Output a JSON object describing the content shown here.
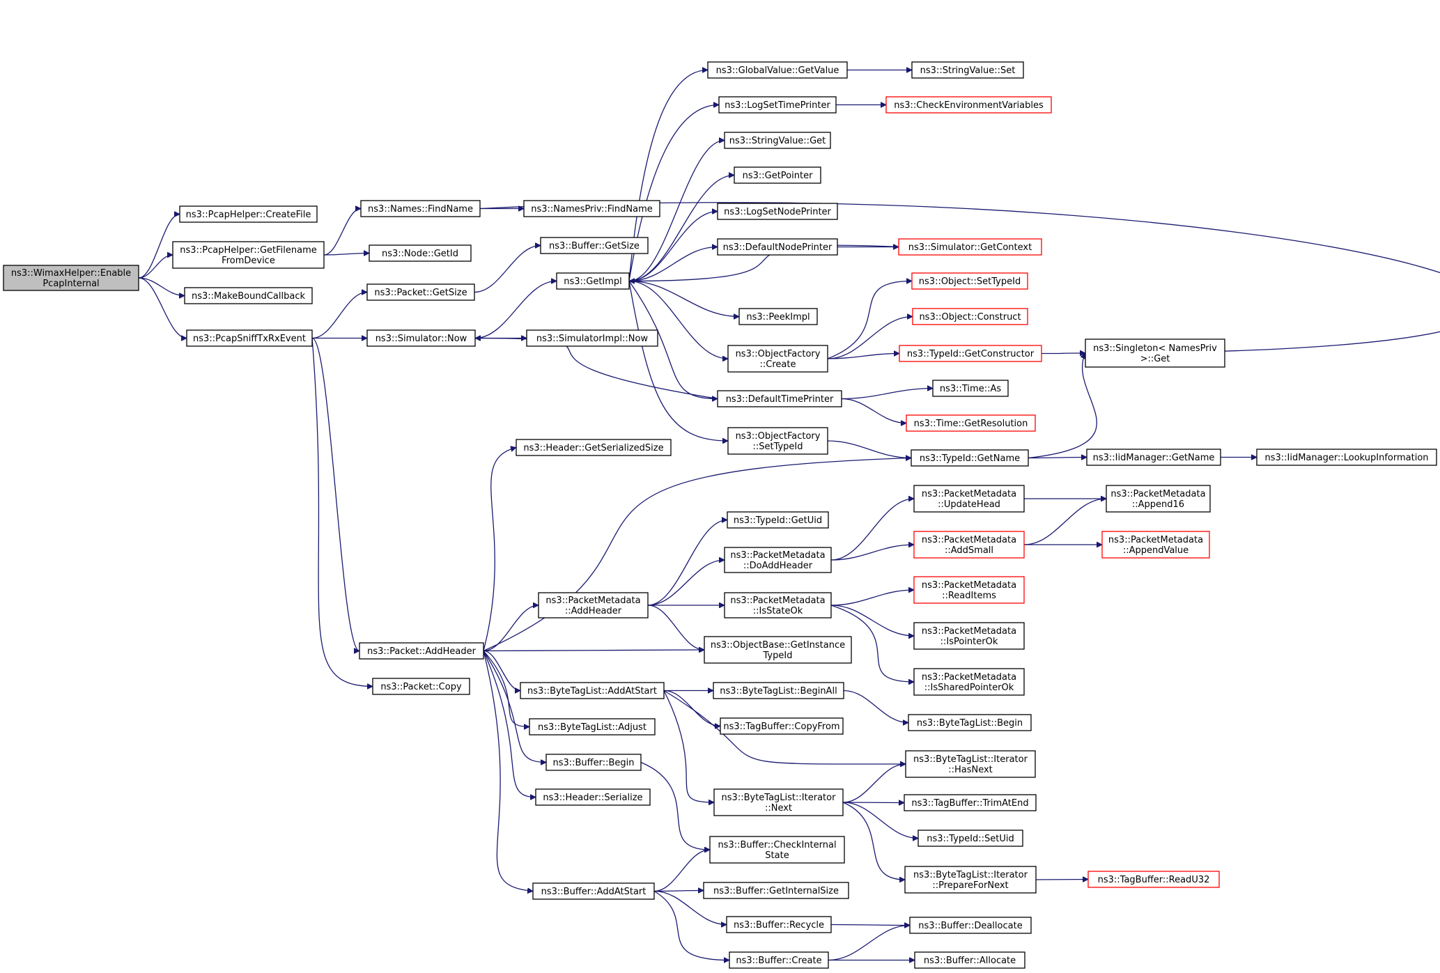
{
  "diagram": {
    "type": "doxygen-call-graph",
    "colors": {
      "edge": "#191970",
      "node_border": "#000000",
      "truncated_node_border": "#ff0000",
      "root_fill": "#bfbfbf",
      "node_fill": "#ffffff"
    },
    "nodes": [
      {
        "id": "root",
        "lines": [
          "ns3::WimaxHelper::Enable",
          "PcapInternal"
        ],
        "style": "root"
      },
      {
        "id": "createfile",
        "lines": [
          "ns3::PcapHelper::CreateFile"
        ]
      },
      {
        "id": "getfilename",
        "lines": [
          "ns3::PcapHelper::GetFilename",
          "FromDevice"
        ]
      },
      {
        "id": "makebound",
        "lines": [
          "ns3::MakeBoundCallback"
        ]
      },
      {
        "id": "pcapsniff",
        "lines": [
          "ns3::PcapSniffTxRxEvent"
        ]
      },
      {
        "id": "namesfind",
        "lines": [
          "ns3::Names::FindName"
        ]
      },
      {
        "id": "nodegetid",
        "lines": [
          "ns3::Node::GetId"
        ]
      },
      {
        "id": "packetgetsize",
        "lines": [
          "ns3::Packet::GetSize"
        ]
      },
      {
        "id": "simnow",
        "lines": [
          "ns3::Simulator::Now"
        ]
      },
      {
        "id": "addheader",
        "lines": [
          "ns3::Packet::AddHeader"
        ]
      },
      {
        "id": "packetcopy",
        "lines": [
          "ns3::Packet::Copy"
        ]
      },
      {
        "id": "namesprivfind",
        "lines": [
          "ns3::NamesPriv::FindName"
        ]
      },
      {
        "id": "buffergetsize",
        "lines": [
          "ns3::Buffer::GetSize"
        ]
      },
      {
        "id": "getimpl",
        "lines": [
          "ns3::GetImpl"
        ]
      },
      {
        "id": "simimplnow",
        "lines": [
          "ns3::SimulatorImpl::Now"
        ]
      },
      {
        "id": "hdrgetsersize",
        "lines": [
          "ns3::Header::GetSerializedSize"
        ]
      },
      {
        "id": "pmaddheader",
        "lines": [
          "ns3::PacketMetadata",
          "::AddHeader"
        ]
      },
      {
        "id": "btladdatstart",
        "lines": [
          "ns3::ByteTagList::AddAtStart"
        ]
      },
      {
        "id": "btladjust",
        "lines": [
          "ns3::ByteTagList::Adjust"
        ]
      },
      {
        "id": "bufferbegin",
        "lines": [
          "ns3::Buffer::Begin"
        ]
      },
      {
        "id": "hdrserialize",
        "lines": [
          "ns3::Header::Serialize"
        ]
      },
      {
        "id": "bufferaddatstart",
        "lines": [
          "ns3::Buffer::AddAtStart"
        ]
      },
      {
        "id": "gvgetvalue",
        "lines": [
          "ns3::GlobalValue::GetValue"
        ]
      },
      {
        "id": "logsettime",
        "lines": [
          "ns3::LogSetTimePrinter"
        ]
      },
      {
        "id": "strvalget",
        "lines": [
          "ns3::StringValue::Get"
        ]
      },
      {
        "id": "getpointer",
        "lines": [
          "ns3::GetPointer"
        ]
      },
      {
        "id": "logsetnode",
        "lines": [
          "ns3::LogSetNodePrinter"
        ]
      },
      {
        "id": "defnodeprinter",
        "lines": [
          "ns3::DefaultNodePrinter"
        ]
      },
      {
        "id": "peekimpl",
        "lines": [
          "ns3::PeekImpl"
        ]
      },
      {
        "id": "ofcreate",
        "lines": [
          "ns3::ObjectFactory",
          "::Create"
        ]
      },
      {
        "id": "deftimeprinter",
        "lines": [
          "ns3::DefaultTimePrinter"
        ]
      },
      {
        "id": "ofsettypeid",
        "lines": [
          "ns3::ObjectFactory",
          "::SetTypeId"
        ]
      },
      {
        "id": "typeidgetuid",
        "lines": [
          "ns3::TypeId::GetUid"
        ]
      },
      {
        "id": "pmdoaddheader",
        "lines": [
          "ns3::PacketMetadata",
          "::DoAddHeader"
        ]
      },
      {
        "id": "pmisstateok",
        "lines": [
          "ns3::PacketMetadata",
          "::IsStateOk"
        ]
      },
      {
        "id": "objbasegetinst",
        "lines": [
          "ns3::ObjectBase::GetInstance",
          "TypeId"
        ]
      },
      {
        "id": "btlbeginall",
        "lines": [
          "ns3::ByteTagList::BeginAll"
        ]
      },
      {
        "id": "tagbufcopyfrom",
        "lines": [
          "ns3::TagBuffer::CopyFrom"
        ]
      },
      {
        "id": "btlitnext",
        "lines": [
          "ns3::ByteTagList::Iterator",
          "::Next"
        ]
      },
      {
        "id": "bufchkinternal",
        "lines": [
          "ns3::Buffer::CheckInternal",
          "State"
        ]
      },
      {
        "id": "bufgetinternalsize",
        "lines": [
          "ns3::Buffer::GetInternalSize"
        ]
      },
      {
        "id": "bufrecycle",
        "lines": [
          "ns3::Buffer::Recycle"
        ]
      },
      {
        "id": "bufcreate",
        "lines": [
          "ns3::Buffer::Create"
        ]
      },
      {
        "id": "strvalset",
        "lines": [
          "ns3::StringValue::Set"
        ]
      },
      {
        "id": "checkenvvars",
        "lines": [
          "ns3::CheckEnvironmentVariables"
        ],
        "style": "red"
      },
      {
        "id": "simgetcontext",
        "lines": [
          "ns3::Simulator::GetContext"
        ],
        "style": "red"
      },
      {
        "id": "objsettypeid",
        "lines": [
          "ns3::Object::SetTypeId"
        ],
        "style": "red"
      },
      {
        "id": "objconstruct",
        "lines": [
          "ns3::Object::Construct"
        ],
        "style": "red"
      },
      {
        "id": "typeidgetctor",
        "lines": [
          "ns3::TypeId::GetConstructor"
        ],
        "style": "red"
      },
      {
        "id": "timeas",
        "lines": [
          "ns3::Time::As"
        ]
      },
      {
        "id": "timegetres",
        "lines": [
          "ns3::Time::GetResolution"
        ],
        "style": "red"
      },
      {
        "id": "typeidgetname",
        "lines": [
          "ns3::TypeId::GetName"
        ]
      },
      {
        "id": "pmupdatehead",
        "lines": [
          "ns3::PacketMetadata",
          "::UpdateHead"
        ]
      },
      {
        "id": "pmaddsmall",
        "lines": [
          "ns3::PacketMetadata",
          "::AddSmall"
        ],
        "style": "red"
      },
      {
        "id": "pmreaditems",
        "lines": [
          "ns3::PacketMetadata",
          "::ReadItems"
        ],
        "style": "red"
      },
      {
        "id": "pmispointerok",
        "lines": [
          "ns3::PacketMetadata",
          "::IsPointerOk"
        ]
      },
      {
        "id": "pmissharedptrok",
        "lines": [
          "ns3::PacketMetadata",
          "::IsSharedPointerOk"
        ]
      },
      {
        "id": "btlbegin",
        "lines": [
          "ns3::ByteTagList::Begin"
        ]
      },
      {
        "id": "btlithasnext",
        "lines": [
          "ns3::ByteTagList::Iterator",
          "::HasNext"
        ]
      },
      {
        "id": "tagbuftrim",
        "lines": [
          "ns3::TagBuffer::TrimAtEnd"
        ]
      },
      {
        "id": "typeidsetuid",
        "lines": [
          "ns3::TypeId::SetUid"
        ]
      },
      {
        "id": "btlitprepare",
        "lines": [
          "ns3::ByteTagList::Iterator",
          "::PrepareForNext"
        ]
      },
      {
        "id": "bufdealloc",
        "lines": [
          "ns3::Buffer::Deallocate"
        ]
      },
      {
        "id": "bufalloc",
        "lines": [
          "ns3::Buffer::Allocate"
        ]
      },
      {
        "id": "singletonget",
        "lines": [
          "ns3::Singleton< NamesPriv",
          " >::Get"
        ]
      },
      {
        "id": "iidmgrgetname",
        "lines": [
          "ns3::IidManager::GetName"
        ]
      },
      {
        "id": "pmappend16",
        "lines": [
          "ns3::PacketMetadata",
          "::Append16"
        ]
      },
      {
        "id": "pmappendvalue",
        "lines": [
          "ns3::PacketMetadata",
          "::AppendValue"
        ],
        "style": "red"
      },
      {
        "id": "tagbufreadu32",
        "lines": [
          "ns3::TagBuffer::ReadU32"
        ],
        "style": "red"
      },
      {
        "id": "iidmgrlookup",
        "lines": [
          "ns3::IidManager::LookupInformation"
        ]
      }
    ],
    "edges": [
      [
        "root",
        "createfile"
      ],
      [
        "root",
        "getfilename"
      ],
      [
        "root",
        "makebound"
      ],
      [
        "root",
        "pcapsniff"
      ],
      [
        "getfilename",
        "namesfind"
      ],
      [
        "getfilename",
        "nodegetid"
      ],
      [
        "namesfind",
        "namesprivfind"
      ],
      [
        "namesfind",
        "singletonget"
      ],
      [
        "pcapsniff",
        "packetgetsize"
      ],
      [
        "pcapsniff",
        "simnow"
      ],
      [
        "pcapsniff",
        "addheader"
      ],
      [
        "pcapsniff",
        "packetcopy"
      ],
      [
        "packetgetsize",
        "buffergetsize"
      ],
      [
        "simnow",
        "getimpl"
      ],
      [
        "simnow",
        "simimplnow"
      ],
      [
        "getimpl",
        "gvgetvalue"
      ],
      [
        "getimpl",
        "logsettime"
      ],
      [
        "getimpl",
        "strvalget"
      ],
      [
        "getimpl",
        "getpointer"
      ],
      [
        "getimpl",
        "logsetnode"
      ],
      [
        "getimpl",
        "defnodeprinter"
      ],
      [
        "getimpl",
        "peekimpl"
      ],
      [
        "getimpl",
        "ofcreate"
      ],
      [
        "getimpl",
        "deftimeprinter"
      ],
      [
        "getimpl",
        "ofsettypeid"
      ],
      [
        "gvgetvalue",
        "strvalset"
      ],
      [
        "logsettime",
        "checkenvvars"
      ],
      [
        "defnodeprinter",
        "simgetcontext"
      ],
      [
        "simgetcontext",
        "getimpl"
      ],
      [
        "ofcreate",
        "objsettypeid"
      ],
      [
        "ofcreate",
        "objconstruct"
      ],
      [
        "ofcreate",
        "typeidgetctor"
      ],
      [
        "typeidgetctor",
        "singletonget"
      ],
      [
        "deftimeprinter",
        "simnow"
      ],
      [
        "deftimeprinter",
        "timeas"
      ],
      [
        "deftimeprinter",
        "timegetres"
      ],
      [
        "ofsettypeid",
        "typeidgetname"
      ],
      [
        "typeidgetname",
        "singletonget"
      ],
      [
        "typeidgetname",
        "iidmgrgetname"
      ],
      [
        "iidmgrgetname",
        "iidmgrlookup"
      ],
      [
        "addheader",
        "hdrgetsersize"
      ],
      [
        "addheader",
        "typeidgetname"
      ],
      [
        "addheader",
        "pmaddheader"
      ],
      [
        "addheader",
        "objbasegetinst"
      ],
      [
        "addheader",
        "btladdatstart"
      ],
      [
        "addheader",
        "btladjust"
      ],
      [
        "addheader",
        "bufferbegin"
      ],
      [
        "addheader",
        "hdrserialize"
      ],
      [
        "addheader",
        "bufferaddatstart"
      ],
      [
        "pmaddheader",
        "typeidgetuid"
      ],
      [
        "pmaddheader",
        "pmdoaddheader"
      ],
      [
        "pmaddheader",
        "pmisstateok"
      ],
      [
        "pmaddheader",
        "objbasegetinst"
      ],
      [
        "pmdoaddheader",
        "pmupdatehead"
      ],
      [
        "pmdoaddheader",
        "pmaddsmall"
      ],
      [
        "pmupdatehead",
        "pmappend16"
      ],
      [
        "pmaddsmall",
        "pmappend16"
      ],
      [
        "pmaddsmall",
        "pmappendvalue"
      ],
      [
        "pmisstateok",
        "pmreaditems"
      ],
      [
        "pmisstateok",
        "pmispointerok"
      ],
      [
        "pmisstateok",
        "pmissharedptrok"
      ],
      [
        "btladdatstart",
        "btlbeginall"
      ],
      [
        "btladdatstart",
        "tagbufcopyfrom"
      ],
      [
        "btladdatstart",
        "btlithasnext"
      ],
      [
        "btladdatstart",
        "btlitnext"
      ],
      [
        "btlbeginall",
        "btlbegin"
      ],
      [
        "btlitnext",
        "btlithasnext"
      ],
      [
        "btlitnext",
        "tagbuftrim"
      ],
      [
        "btlitnext",
        "typeidsetuid"
      ],
      [
        "btlitnext",
        "btlitprepare"
      ],
      [
        "btlitprepare",
        "tagbufreadu32"
      ],
      [
        "bufferbegin",
        "bufchkinternal"
      ],
      [
        "bufferaddatstart",
        "bufchkinternal"
      ],
      [
        "bufferaddatstart",
        "bufgetinternalsize"
      ],
      [
        "bufferaddatstart",
        "bufrecycle"
      ],
      [
        "bufferaddatstart",
        "bufcreate"
      ],
      [
        "bufrecycle",
        "bufdealloc"
      ],
      [
        "bufcreate",
        "bufdealloc"
      ],
      [
        "bufcreate",
        "bufalloc"
      ]
    ]
  }
}
